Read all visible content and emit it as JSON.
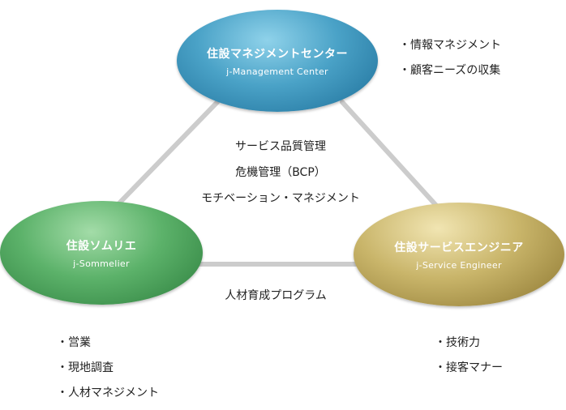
{
  "nodes": {
    "management": {
      "title": "住設マネジメントセンター",
      "subtitle": "j-Management Center"
    },
    "sommelier": {
      "title": "住設ソムリエ",
      "subtitle": "j-Sommelier"
    },
    "engineer": {
      "title": "住設サービスエンジニア",
      "subtitle": "j-Service Engineer"
    }
  },
  "bullets": {
    "management": [
      "・情報マネジメント",
      "・顧客ニーズの収集"
    ],
    "sommelier": [
      "・営業",
      "・現地調査",
      "・人材マネジメント"
    ],
    "engineer": [
      "・技術力",
      "・接客マナー"
    ]
  },
  "center_items": [
    "サービス品質管理",
    "危機管理（BCP）",
    "モチベーション・マネジメント"
  ],
  "bottom_label": "人材育成プログラム",
  "colors": {
    "management": "#3d93bd",
    "sommelier": "#4aa35a",
    "engineer": "#b8a24c",
    "connector": "#c8c8c8"
  }
}
